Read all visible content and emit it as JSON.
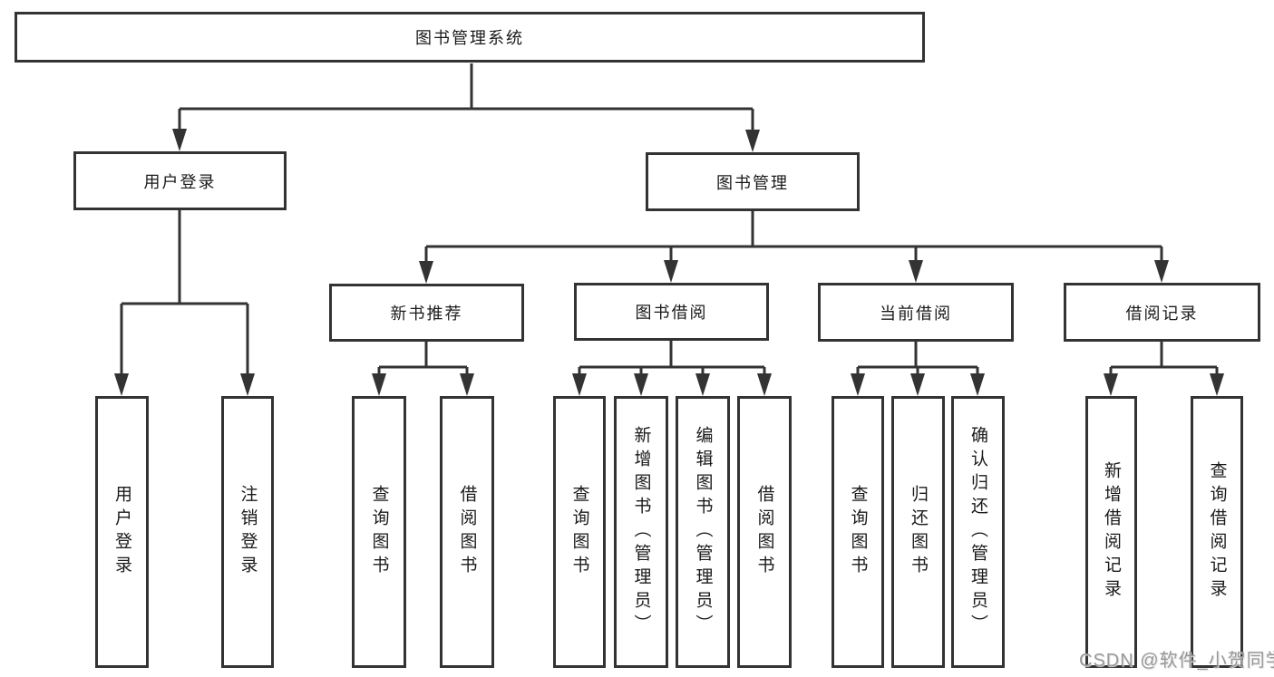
{
  "tree": {
    "label": "图书管理系统",
    "children": [
      {
        "label": "用户登录",
        "children": [
          {
            "label": "用户登录"
          },
          {
            "label": "注销登录"
          }
        ]
      },
      {
        "label": "图书管理",
        "children": [
          {
            "label": "新书推荐",
            "children": [
              {
                "label": "查询图书"
              },
              {
                "label": "借阅图书"
              }
            ]
          },
          {
            "label": "图书借阅",
            "children": [
              {
                "label": "查询图书"
              },
              {
                "label": "新增图书（管理员）"
              },
              {
                "label": "编辑图书（管理员）"
              },
              {
                "label": "借阅图书"
              }
            ]
          },
          {
            "label": "当前借阅",
            "children": [
              {
                "label": "查询图书"
              },
              {
                "label": "归还图书"
              },
              {
                "label": "确认归还（管理员）"
              }
            ]
          },
          {
            "label": "借阅记录",
            "children": [
              {
                "label": "新增借阅记录"
              },
              {
                "label": "查询借阅记录"
              }
            ]
          }
        ]
      }
    ]
  },
  "watermark": "CSDN @软件_小贺同学",
  "colors": {
    "line": "#333333",
    "box_border": "#333333",
    "text": "#1a1a1a",
    "watermark": "#999999",
    "background": "#ffffff"
  }
}
